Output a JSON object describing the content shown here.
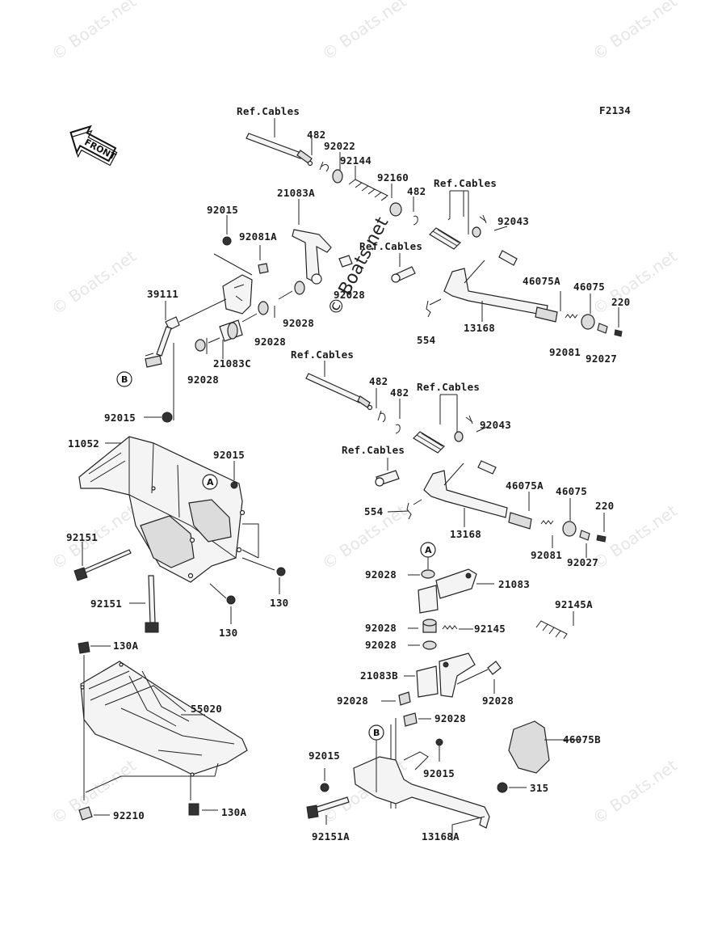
{
  "watermark": "© Boats.net",
  "figure_code": "F2134",
  "front_label": "FRONT",
  "callouts": {
    "a": "A",
    "b": "B"
  },
  "labels": {
    "ref_cables_1": "Ref.Cables",
    "ref_cables_2": "Ref.Cables",
    "ref_cables_3": "Ref.Cables",
    "ref_cables_4": "Ref.Cables",
    "ref_cables_5": "Ref.Cables",
    "ref_cables_6": "Ref.Cables",
    "p482_a": "482",
    "p92022": "92022",
    "p92144": "92144",
    "p92160": "92160",
    "p482_b": "482",
    "p21083A": "21083A",
    "p92015_a": "92015",
    "p92081A": "92081A",
    "p92043_a": "92043",
    "p39111": "39111",
    "p92028_a": "92028",
    "p92028_b": "92028",
    "p92028_c": "92028",
    "p92028_d": "92028",
    "p21083C": "21083C",
    "p46075A_a": "46075A",
    "p46075_a": "46075",
    "p220_a": "220",
    "p554_a": "554",
    "p13168_a": "13168",
    "p92081_a": "92081",
    "p92027_a": "92027",
    "p482_c": "482",
    "p482_d": "482",
    "p92015_b": "92015",
    "p11052": "11052",
    "p92015_c": "92015",
    "p92043_b": "92043",
    "p46075A_b": "46075A",
    "p46075_b": "46075",
    "p220_b": "220",
    "p554_b": "554",
    "p13168_b": "13168",
    "p92081_b": "92081",
    "p92027_b": "92027",
    "p92151_a": "92151",
    "p130_a": "130",
    "p92151_b": "92151",
    "p130_b": "130",
    "p92028_e": "92028",
    "p21083": "21083",
    "p92145A": "92145A",
    "p92028_f": "92028",
    "p92145": "92145",
    "p92028_g": "92028",
    "p130A_a": "130A",
    "p21083B": "21083B",
    "p92028_h": "92028",
    "p92028_i": "92028",
    "p92028_j": "92028",
    "p55020": "55020",
    "p46075B": "46075B",
    "p92015_d": "92015",
    "p92015_e": "92015",
    "p315": "315",
    "p92210": "92210",
    "p130A_b": "130A",
    "p92151A": "92151A",
    "p13168A": "13168A"
  }
}
